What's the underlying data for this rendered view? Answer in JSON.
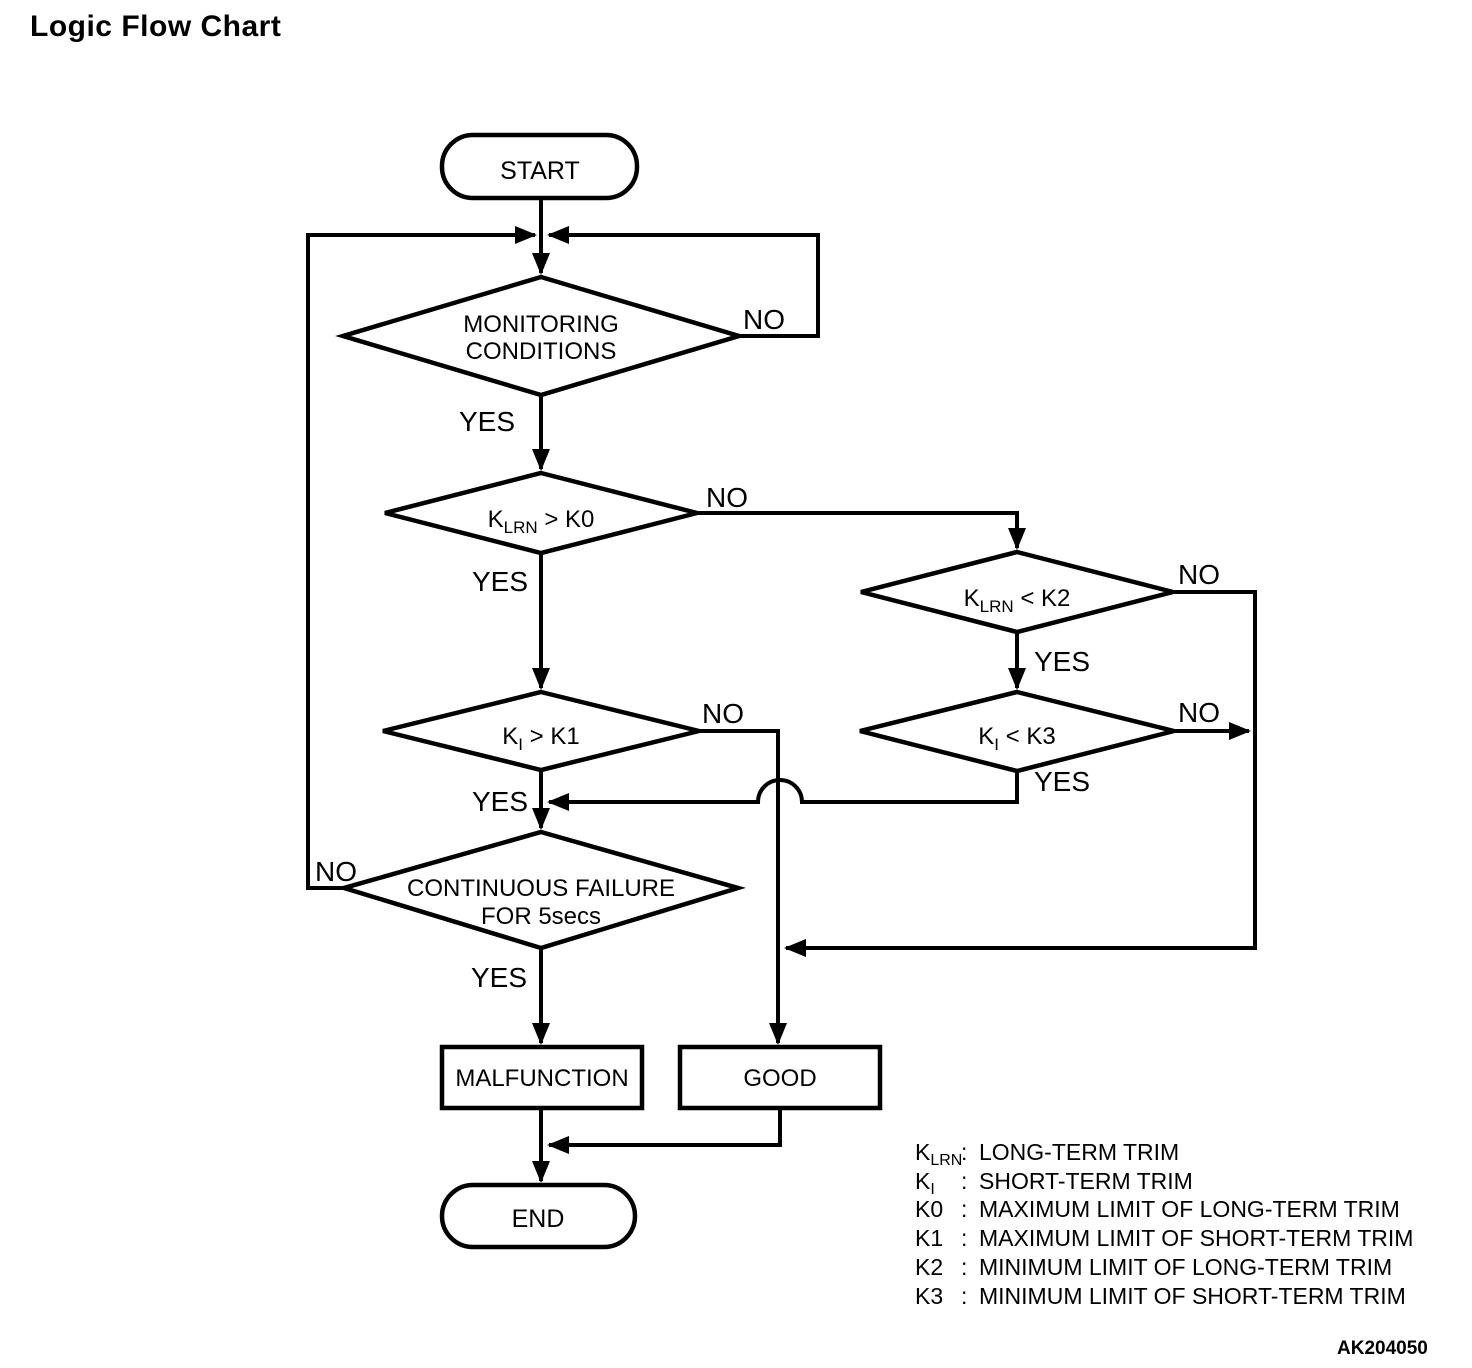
{
  "title": "Logic Flow Chart",
  "figure_code": "AK204050",
  "branch_labels": {
    "yes": "YES",
    "no": "NO"
  },
  "nodes": {
    "start": "START",
    "monitoring": {
      "line1": "MONITORING",
      "line2": "CONDITIONS"
    },
    "klrn_gt_k0": {
      "sym": "K",
      "sub": "LRN",
      "rest": " > K0"
    },
    "klrn_lt_k2": {
      "sym": "K",
      "sub": "LRN",
      "rest": " < K2"
    },
    "ki_gt_k1": {
      "sym": "K",
      "sub": "I",
      "rest": " > K1"
    },
    "ki_lt_k3": {
      "sym": "K",
      "sub": "I",
      "rest": " < K3"
    },
    "continuous_failure": {
      "line1": "CONTINUOUS FAILURE",
      "line2": "FOR 5secs"
    },
    "malfunction": "MALFUNCTION",
    "good": "GOOD",
    "end": "END"
  },
  "legend": {
    "colon": ":",
    "items": [
      {
        "sym": "K",
        "sub": "LRN",
        "desc": "LONG-TERM TRIM"
      },
      {
        "sym": "K",
        "sub": "I",
        "desc": "SHORT-TERM TRIM"
      },
      {
        "sym": "K0",
        "sub": "",
        "desc": "MAXIMUM LIMIT OF LONG-TERM TRIM"
      },
      {
        "sym": "K1",
        "sub": "",
        "desc": "MAXIMUM LIMIT OF SHORT-TERM TRIM"
      },
      {
        "sym": "K2",
        "sub": "",
        "desc": "MINIMUM LIMIT OF LONG-TERM TRIM"
      },
      {
        "sym": "K3",
        "sub": "",
        "desc": "MINIMUM LIMIT OF SHORT-TERM TRIM"
      }
    ]
  }
}
